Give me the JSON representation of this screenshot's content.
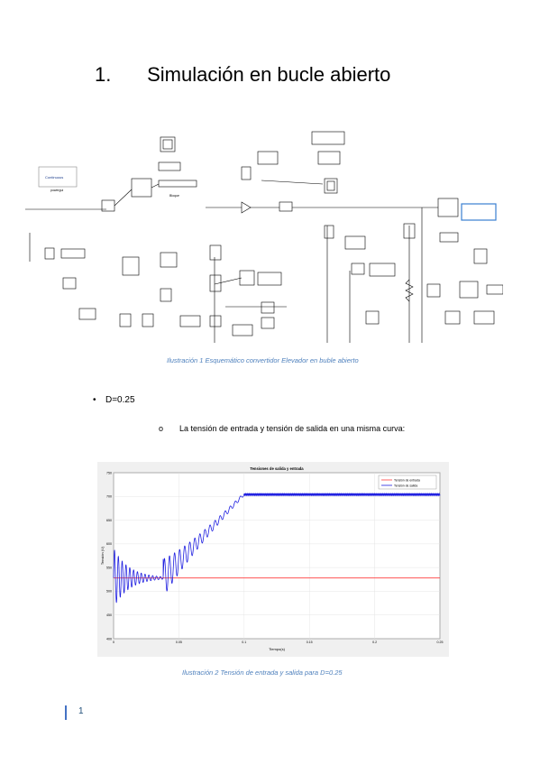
{
  "document": {
    "heading_number": "1.",
    "heading_text": "Simulación en bucle abierto",
    "caption_1": "Ilustración 1 Esquemático convertidor Elevador en buble abierto",
    "bullet_1": "D=0.25",
    "bullet_2": "La tensión de entrada y tensión de salida en una misma curva:",
    "caption_2": "Ilustración 2 Tensión de entrada y salida para D=0.25",
    "page_number": "1",
    "colors": {
      "caption": "#4f81bd",
      "page_bar": "#4472c4"
    }
  },
  "chart_data": {
    "type": "line",
    "title": "Tensiones de salida y entrada",
    "xlabel": "Tiempo(s)",
    "ylabel": "Tensión (V)",
    "xlim": [
      0,
      0.25
    ],
    "ylim": [
      400,
      750
    ],
    "xticks": [
      "0",
      "0.05",
      "0.1",
      "0.15",
      "0.2",
      "0.25"
    ],
    "yticks": [
      "400",
      "450",
      "500",
      "550",
      "600",
      "650",
      "700",
      "750"
    ],
    "grid": true,
    "legend_position": "top-right",
    "series": [
      {
        "name": "Tensión de entrada",
        "color": "#ff3b3b",
        "x": [
          0,
          0.25
        ],
        "y": [
          528,
          528
        ]
      },
      {
        "name": "Tensión de salida",
        "color": "#1f1fe0",
        "segments": [
          {
            "kind": "damped_oscillation",
            "t_start": 0.0,
            "t_end": 0.038,
            "center": 528,
            "amplitude": 62,
            "cycles": 13
          },
          {
            "kind": "damped_oscillation_ramp",
            "t_start": 0.038,
            "t_end": 0.1,
            "start": 528,
            "end": 705,
            "amplitude": 40,
            "cycles": 16
          },
          {
            "kind": "ripple",
            "t_start": 0.1,
            "t_end": 0.25,
            "center": 704,
            "amplitude": 2.5
          }
        ]
      }
    ]
  }
}
